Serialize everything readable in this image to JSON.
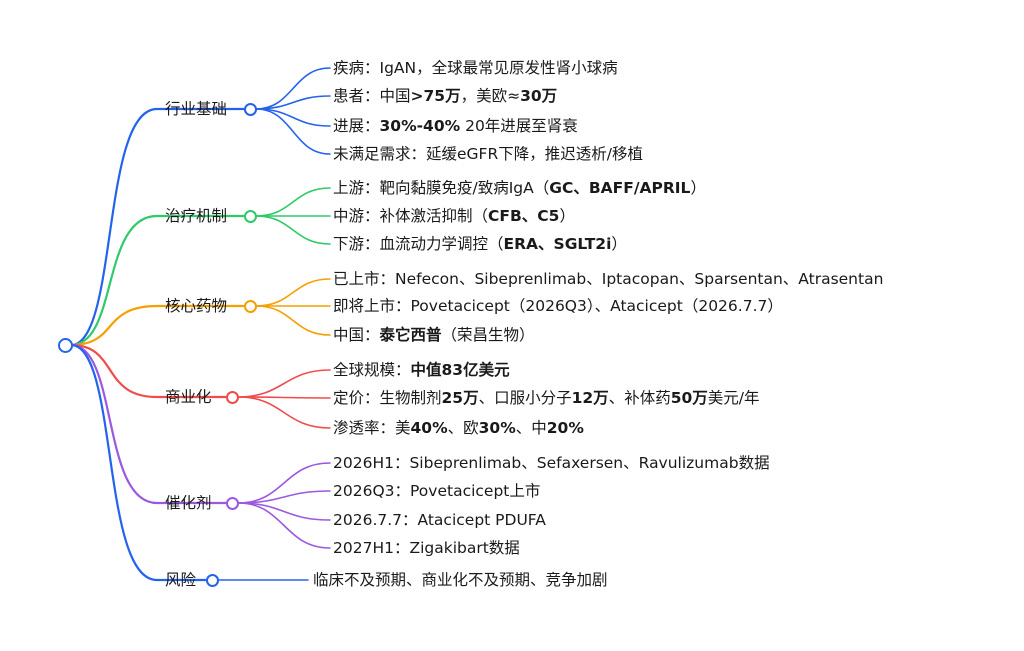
{
  "branches": [
    {
      "label": "行业基础",
      "color": "#2563eb",
      "children": [
        [
          {
            "t": "疾病：IgAN，全球最常见原发性肾小球病"
          }
        ],
        [
          {
            "t": "患者：中国"
          },
          {
            "t": ">75万",
            "b": true
          },
          {
            "t": "，美欧≈"
          },
          {
            "t": "30万",
            "b": true
          }
        ],
        [
          {
            "t": "进展："
          },
          {
            "t": "30%-40%",
            "b": true
          },
          {
            "t": " 20年进展至肾衰"
          }
        ],
        [
          {
            "t": "未满足需求：延缓eGFR下降，推迟透析/移植"
          }
        ]
      ]
    },
    {
      "label": "治疗机制",
      "color": "#2fca6a",
      "children": [
        [
          {
            "t": "上游：靶向黏膜免疫/致病IgA（"
          },
          {
            "t": "GC、BAFF/APRIL",
            "b": true
          },
          {
            "t": "）"
          }
        ],
        [
          {
            "t": "中游：补体激活抑制（"
          },
          {
            "t": "CFB、C5",
            "b": true
          },
          {
            "t": "）"
          }
        ],
        [
          {
            "t": "下游：血流动力学调控（"
          },
          {
            "t": "ERA、SGLT2i",
            "b": true
          },
          {
            "t": "）"
          }
        ]
      ]
    },
    {
      "label": "核心药物",
      "color": "#f5a000",
      "children": [
        [
          {
            "t": "已上市：Nefecon、Sibeprenlimab、Iptacopan、Sparsentan、Atrasentan"
          }
        ],
        [
          {
            "t": "即将上市：Povetacicept（2026Q3）、Atacicept（2026.7.7）"
          }
        ],
        [
          {
            "t": "中国："
          },
          {
            "t": "泰它西普",
            "b": true
          },
          {
            "t": "（荣昌生物）"
          }
        ]
      ]
    },
    {
      "label": "商业化",
      "color": "#ef4d4d",
      "children": [
        [
          {
            "t": "全球规模："
          },
          {
            "t": "中值83亿美元",
            "b": true
          }
        ],
        [
          {
            "t": "定价：生物制剂"
          },
          {
            "t": "25万",
            "b": true
          },
          {
            "t": "、口服小分子"
          },
          {
            "t": "12万",
            "b": true
          },
          {
            "t": "、补体药"
          },
          {
            "t": "50万",
            "b": true
          },
          {
            "t": "美元/年"
          }
        ],
        [
          {
            "t": "渗透率：美"
          },
          {
            "t": "40%",
            "b": true
          },
          {
            "t": "、欧"
          },
          {
            "t": "30%",
            "b": true
          },
          {
            "t": "、中"
          },
          {
            "t": "20%",
            "b": true
          }
        ]
      ]
    },
    {
      "label": "催化剂",
      "color": "#9b59e0",
      "children": [
        [
          {
            "t": "2026H1：Sibeprenlimab、Sefaxersen、Ravulizumab数据"
          }
        ],
        [
          {
            "t": "2026Q3：Povetacicept上市"
          }
        ],
        [
          {
            "t": "2026.7.7：Atacicept PDUFA"
          }
        ],
        [
          {
            "t": "2027H1：Zigakibart数据"
          }
        ]
      ]
    },
    {
      "label": "风险",
      "color": "#2563eb",
      "children": [
        [
          {
            "t": "临床不及预期、商业化不及预期、竞争加剧"
          }
        ]
      ]
    }
  ]
}
